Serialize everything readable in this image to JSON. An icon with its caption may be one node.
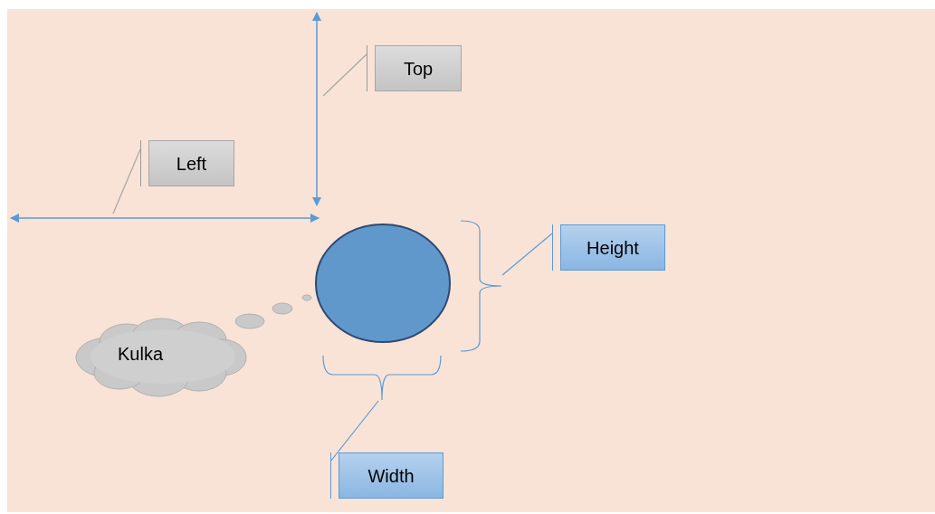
{
  "diagram": {
    "nodes": [
      {
        "text": [],
        "shape": "arrow"
      },
      {
        "text": [
          "Top"
        ]
      },
      {
        "text": [
          "Left"
        ]
      },
      {
        "text": [],
        "shape": "arrow"
      },
      {
        "text": [],
        "shape": "bracket"
      },
      {
        "text": [
          "Height"
        ]
      },
      {
        "text": [],
        "shape": "circle"
      },
      {
        "text": [
          "Kulka"
        ]
      },
      {
        "text": [],
        "shape": "bracket"
      },
      {
        "text": [
          "Width"
        ]
      }
    ],
    "edges": [
      {
        "from": 1,
        "to": 0,
        "arrow": "none"
      },
      {
        "from": 2,
        "to": 3,
        "arrow": "none"
      },
      {
        "from": 5,
        "to": 4,
        "arrow": "none"
      },
      {
        "from": 9,
        "to": 8,
        "arrow": "none",
        "color": "#5b9bd5"
      }
    ]
  }
}
